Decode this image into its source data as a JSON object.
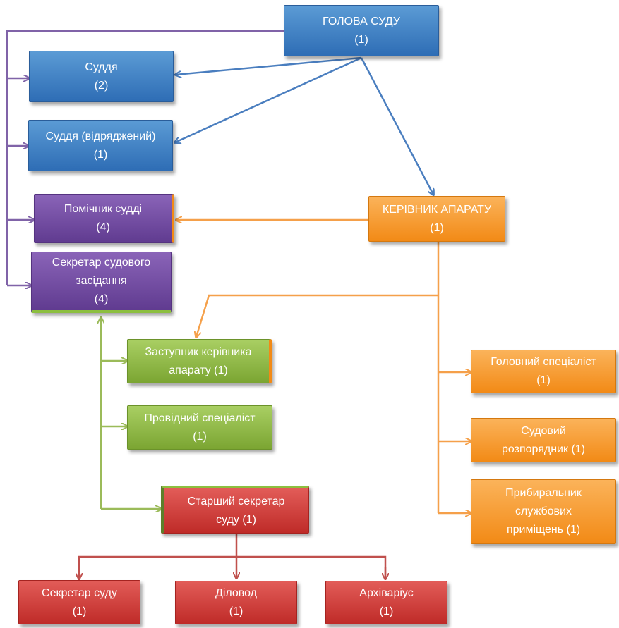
{
  "nodes": {
    "head": {
      "lines": [
        "ГОЛОВА СУДУ",
        "(1)"
      ]
    },
    "judge": {
      "lines": [
        "Суддя",
        "(2)"
      ]
    },
    "judge_sec": {
      "lines": [
        "Суддя (відряджений)",
        "(1)"
      ]
    },
    "chief": {
      "lines": [
        "КЕРІВНИК АПАРАТУ",
        "(1)"
      ]
    },
    "assistant": {
      "lines": [
        "Помічник судді",
        "(4)"
      ]
    },
    "clerk": {
      "lines": [
        "Секретар судового",
        "засідання",
        "(4)"
      ]
    },
    "deputy": {
      "lines": [
        "Заступник керівника",
        "апарату (1)"
      ]
    },
    "lead_spec": {
      "lines": [
        "Провідний спеціаліст",
        "(1)"
      ]
    },
    "main_spec": {
      "lines": [
        "Головний спеціаліст",
        "(1)"
      ]
    },
    "usher": {
      "lines": [
        "Судовий",
        "розпорядник (1)"
      ]
    },
    "cleaner": {
      "lines": [
        "Прибиральник",
        "службових",
        "приміщень (1)"
      ]
    },
    "senior_sec": {
      "lines": [
        "Старший секретар",
        "суду (1)"
      ]
    },
    "court_sec": {
      "lines": [
        "Секретар суду",
        "(1)"
      ]
    },
    "clerk_office": {
      "lines": [
        "Діловод",
        "(1)"
      ]
    },
    "archivist": {
      "lines": [
        "Архіваріус",
        "(1)"
      ]
    }
  },
  "colors": {
    "blue": "#4a7ebf",
    "orange": "#f5a04a",
    "purple": "#8063a8",
    "green": "#9bbb59",
    "red": "#c0504d"
  }
}
